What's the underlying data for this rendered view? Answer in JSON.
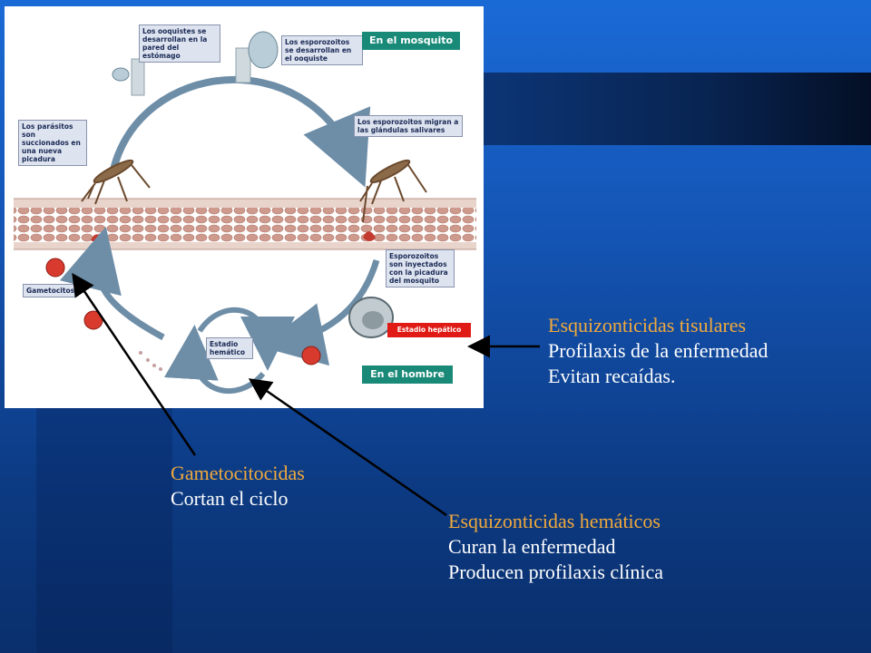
{
  "diagram": {
    "labels": {
      "ooquistes": "Los ooquistes se desarrollan en la pared del estómago",
      "esporozoitos_ooquiste": "Los esporozoitos se desarrollan en el ooquiste",
      "esporozoitos_migran": "Los esporozoitos migran a las glándulas salivares",
      "parasitos": "Los parásitos son succionados en una nueva picadura",
      "esporozoitos_inyectados": "Esporozoitos son inyectados con la picadura del mosquito",
      "gametocitos": "Gametocitos",
      "estadio_hematico": "Estadio hemático"
    },
    "tags": {
      "mosquito": "En el mosquito",
      "hombre": "En el hombre",
      "hepatico": "Estadio hepático"
    },
    "colors": {
      "tag_green": "#1a8a78",
      "tag_red": "#e01a14",
      "arrow": "#6e8ea8"
    }
  },
  "annotations": {
    "tisulares": {
      "title": "Esquizonticidas tisulares",
      "line1": "Profilaxis de la enfermedad",
      "line2": "Evitan recaídas."
    },
    "gametocitocidas": {
      "title": "Gametocitocidas",
      "line1": "Cortan el ciclo"
    },
    "hematicos": {
      "title": "Esquizonticidas hemáticos",
      "line1": "Curan la enfermedad",
      "line2": "Producen profilaxis clínica"
    }
  },
  "colors": {
    "heading": "#f0a93c",
    "body_text": "#ffffff",
    "background": "#1455b5"
  }
}
